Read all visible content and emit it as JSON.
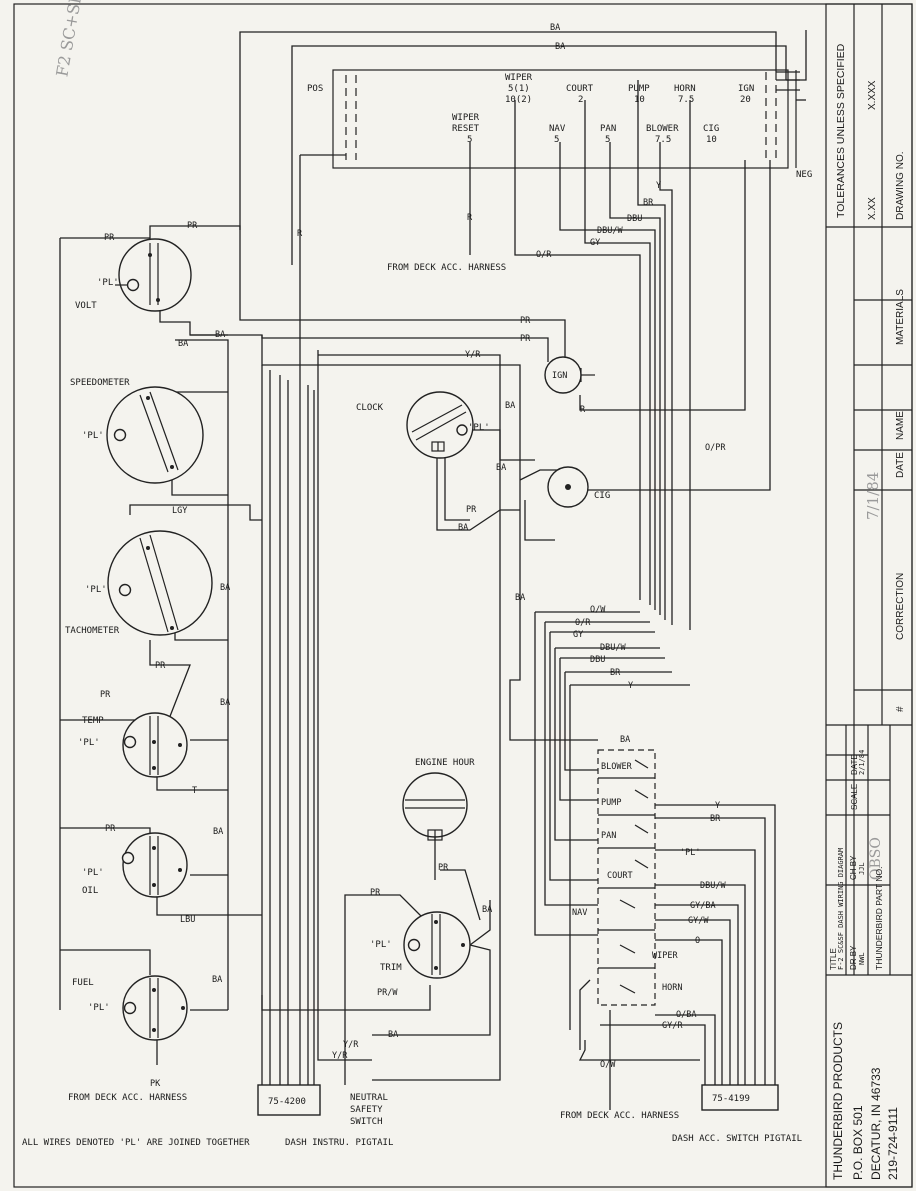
{
  "fuse_block": {
    "pos": "POS",
    "neg": "NEG",
    "wiper": [
      "WIPER",
      "5(1)",
      "10(2)"
    ],
    "court": [
      "COURT",
      "2"
    ],
    "pump": [
      "PUMP",
      "10"
    ],
    "horn": [
      "HORN",
      "7.5"
    ],
    "ign": [
      "IGN",
      "20"
    ],
    "wiper_reset": [
      "WIPER",
      "RESET",
      "5"
    ],
    "nav": [
      "NAV",
      "5"
    ],
    "pan": [
      "PAN",
      "5"
    ],
    "blower": [
      "BLOWER",
      "7.5"
    ],
    "cig": [
      "CIG",
      "10"
    ]
  },
  "gauges": {
    "volt": "VOLT",
    "speedometer": "SPEEDOMETER",
    "tachometer": "TACHOMETER",
    "temp": "TEMP",
    "oil": "OIL",
    "fuel": "FUEL",
    "trim": "TRIM",
    "clock": "CLOCK",
    "cig": "CIG",
    "engine_hour": "ENGINE HOUR",
    "ign": "IGN",
    "pl": "'PL'"
  },
  "wires": {
    "ba": "BA",
    "pr": "PR",
    "r": "R",
    "lgy": "LGY",
    "t": "T",
    "lbu": "LBU",
    "pk": "PK",
    "yr": "Y/R",
    "opr": "O/PR",
    "or": "O/R",
    "gy": "GY",
    "dbuw": "DBU/W",
    "dbu": "DBU",
    "br": "BR",
    "y": "Y",
    "ow": "O/W",
    "gyba": "GY/BA",
    "gyw": "GY/W",
    "o": "O",
    "oba": "O/BA",
    "gyr": "GY/R",
    "prw": "PR/W",
    "pl": "'PL'"
  },
  "switches": {
    "blower": "BLOWER",
    "pump": "PUMP",
    "pan": "PAN",
    "court": "COURT",
    "nav": "NAV",
    "wiper": "WIPER",
    "horn": "HORN"
  },
  "labels": {
    "from_deck_1": "FROM DECK ACC. HARNESS",
    "from_deck_2": "FROM DECK ACC. HARNESS",
    "from_deck_3": "FROM DECK ACC. HARNESS",
    "pigtail_left": "75-4200",
    "pigtail_right": "75-4199",
    "neutral": [
      "NEUTRAL",
      "SAFETY",
      "SWITCH"
    ],
    "footnote": "ALL WIRES DENOTED 'PL' ARE JOINED TOGETHER",
    "instru_pigtail": "DASH INSTRU. PIGTAIL",
    "acc_pigtail": "DASH ACC. SWITCH PIGTAIL"
  },
  "title_block": {
    "company": "THUNDERBIRD PRODUCTS",
    "address": [
      "P.O. BOX 501",
      "DECATUR, IN 46733",
      "219-724-9111"
    ],
    "title_label": "TITLE",
    "title": "F-2 SC&SF DASH WIRING DIAGRAM",
    "dr_by_label": "DR BY",
    "dr_by": "NWL",
    "ch_by_label": "CH BY",
    "ch_by": "JJL",
    "scale_label": "SCALE",
    "date_label": "DATE",
    "date": "2/1/84",
    "part_no": "THUNDERBIRD PART NO.",
    "rev_no": "#",
    "correction": "CORRECTION",
    "rev_date": "DATE",
    "name": "NAME",
    "materials": "MATERIALS",
    "tolerances": "TOLERANCES UNLESS SPECIFIED",
    "xxx": "X.XXX",
    "xx": "X.XX",
    "drawing_no": "DRAWING NO.",
    "hand_date": "7/1/84",
    "hand_init": "OBSO",
    "corner_mark": "F2 SC+SF"
  }
}
